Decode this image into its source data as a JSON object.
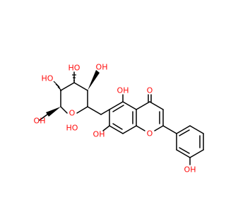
{
  "molecule": {
    "atom_color": "#ff0d0d",
    "bond_color": "#000000",
    "labels": {
      "oh_c4pp": "OH",
      "oh_c3pp": "HO",
      "oh_c2pp": "HO",
      "oh_c1pp": "OH",
      "oh_ch2": "HO",
      "o_ring_sugar": "O",
      "oh_c5": "OH",
      "o_carbonyl": "O",
      "oh_c7": "OH",
      "o_ring_chromone": "O",
      "oh_phenol": "OH"
    }
  }
}
